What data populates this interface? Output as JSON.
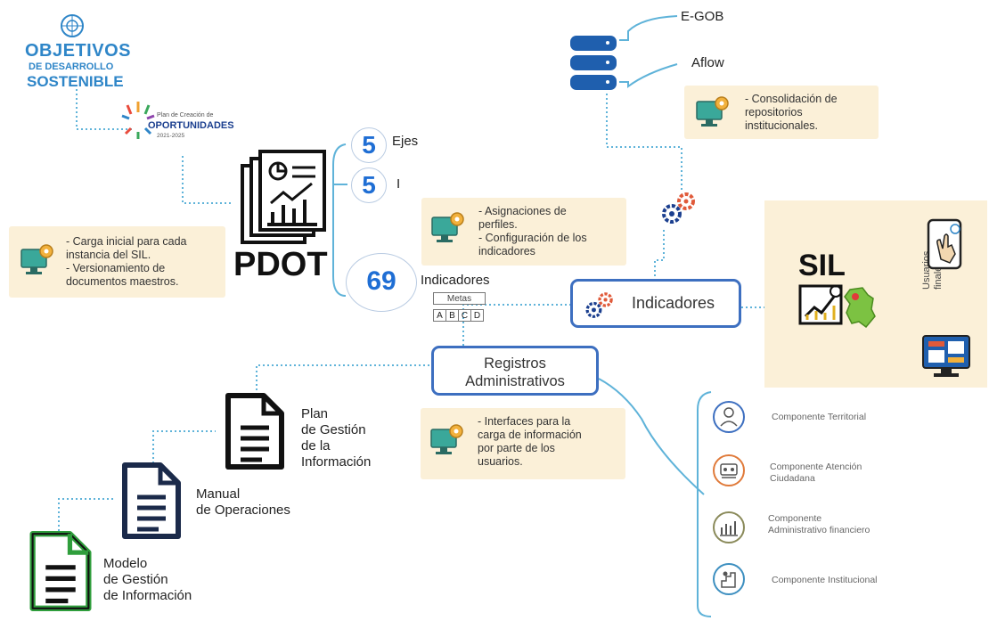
{
  "sdg": {
    "line1": "OBJETIVOS",
    "line2": "DE DESARROLLO",
    "line3": "SOSTENIBLE"
  },
  "plan_logo": {
    "line1": "Plan de Creación de",
    "line2": "OPORTUNIDADES",
    "line3": "2021-2025"
  },
  "pdot": {
    "title": "PDOT"
  },
  "stats": [
    {
      "value": "5",
      "label": "Ejes"
    },
    {
      "value": "5",
      "label": "I"
    },
    {
      "value": "69",
      "label": "Indicadores"
    }
  ],
  "metas": {
    "label": "Metas",
    "cells": [
      "A",
      "B",
      "C",
      "D"
    ]
  },
  "sources": {
    "egob": "E-GOB",
    "aflow": "Aflow"
  },
  "notes": {
    "consolidacion": [
      "- Consolidación de",
      "repositorios",
      "institucionales."
    ],
    "asignaciones": [
      "- Asignaciones de",
      "perfiles.",
      "- Configuración de los",
      "indicadores"
    ],
    "carga": [
      "- Carga inicial para cada",
      "instancia del SIL.",
      "- Versionamiento de",
      "documentos maestros."
    ],
    "interfaces": [
      "- Interfaces para la",
      "carga de información",
      "por parte de los",
      "usuarios."
    ]
  },
  "nodes": {
    "indicadores": "Indicadores",
    "registros_1": "Registros",
    "registros_2": "Administrativos"
  },
  "sil": {
    "title": "SIL",
    "users_1": "Usuarios",
    "users_2": "finales"
  },
  "docs": {
    "plan": [
      "Plan",
      "de Gestión",
      "de la",
      "Información"
    ],
    "manual": [
      "Manual",
      "de Operaciones"
    ],
    "modelo": [
      "Modelo",
      "de Gestión",
      "de Información"
    ]
  },
  "components": [
    {
      "l1": "Componente Territorial",
      "l2": ""
    },
    {
      "l1": "Componente Atención",
      "l2": "Ciudadana"
    },
    {
      "l1": "Componente",
      "l2": "Administrativo  financiero"
    },
    {
      "l1": "Componente Institucional",
      "l2": ""
    }
  ],
  "colors": {
    "accent": "#3d6fc0",
    "connector": "#5fb3d9",
    "note_bg": "#fbf0d8",
    "sil_bg": "#fbf0d8",
    "number": "#1f6ed4",
    "sdg": "#2f86c8",
    "doc_green": "#2f9e3c",
    "doc_navy": "#1b2a4a",
    "pdot_dark": "#111111"
  },
  "icons": [
    "un-emblem-icon",
    "database-icon",
    "gear-icon",
    "computer-settings-icon",
    "document-icon",
    "report-chart-icon",
    "colombia-map-icon",
    "touch-screen-icon",
    "monitor-icon"
  ]
}
